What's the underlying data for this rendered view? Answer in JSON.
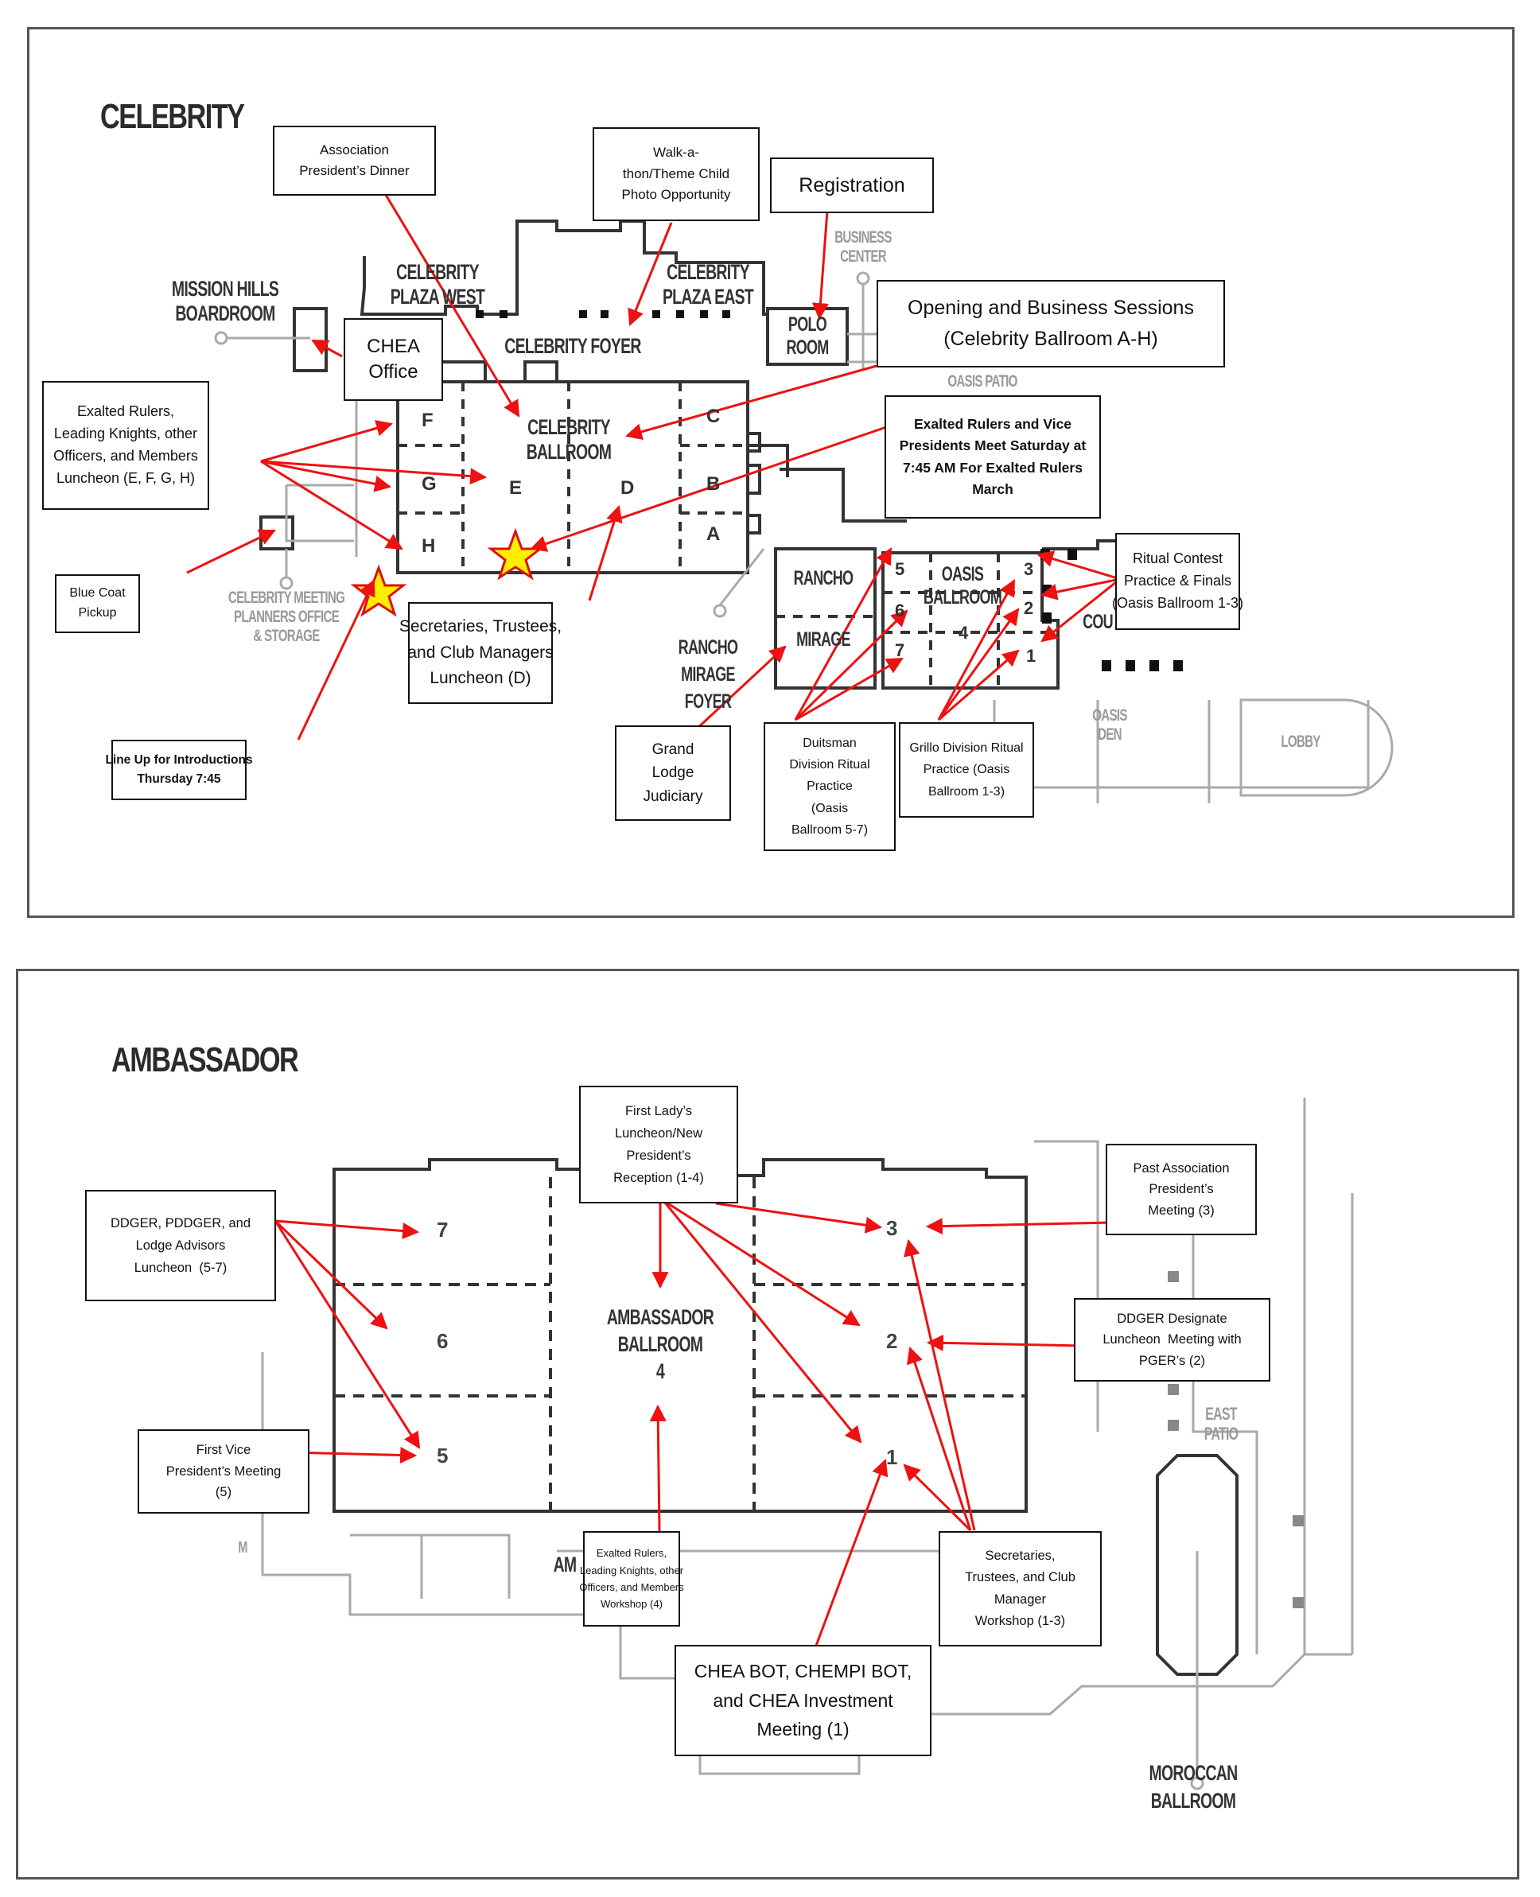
{
  "colors": {
    "arrow": "#ee1111",
    "star_fill": "#ffee00",
    "star_stroke": "#dd1111",
    "wall": "#333333",
    "faint_wall": "#aaaaaa"
  },
  "celebrity": {
    "title": "CELEBRITY",
    "rooms": {
      "mission_hills": "MISSION HILLS\nBOARDROOM",
      "plaza_west": "CELEBRITY\nPLAZA WEST",
      "plaza_east": "CELEBRITY\nPLAZA EAST",
      "foyer": "CELEBRITY FOYER",
      "polo": "POLO\nROOM",
      "business_center": "BUSINESS\nCENTER",
      "oasis_patio": "OASIS PATIO",
      "ballroom": "CELEBRITY\nBALLROOM",
      "meeting_planners": "CELEBRITY MEETING\nPLANNERS OFFICE\n& STORAGE",
      "rancho_mirage_foyer": "RANCHO\nMIRAGE\nFOYER",
      "rancho": "RANCHO",
      "mirage": "MIRAGE",
      "oasis_ballroom": "OASIS\nBALLROOM",
      "courtyard": "COU",
      "oasis_den": "OASIS\nDEN",
      "lobby": "LOBBY",
      "sections": [
        "A",
        "B",
        "C",
        "D",
        "E",
        "F",
        "G",
        "H"
      ],
      "oasis_sections": [
        "1",
        "2",
        "3",
        "4",
        "5",
        "6",
        "7"
      ]
    },
    "callouts": {
      "association_dinner": "Association\nPresident’s Dinner",
      "walkathon": "Walk-a-\nthon/Theme Child\nPhoto Opportunity",
      "registration": "Registration",
      "opening_sessions": "Opening and Business Sessions\n(Celebrity Ballroom A-H)",
      "chea_office": "CHEA\nOffice",
      "exalted_luncheon": "Exalted Rulers,\nLeading Knights, other\nOfficers, and Members\nLuncheon (E, F, G, H)",
      "exalted_meet_saturday": "Exalted Rulers and Vice\nPresidents Meet Saturday at\n7:45 AM For Exalted Rulers\nMarch",
      "ritual_contest": "Ritual Contest\nPractice & Finals\n(Oasis Ballroom 1-3)",
      "blue_coat": "Blue Coat\nPickup",
      "secretaries_luncheon": "Secretaries, Trustees,\nand Club Managers\nLuncheon (D)",
      "line_up": "Line Up for Introductions\nThursday 7:45",
      "grand_lodge": "Grand\nLodge\nJudiciary",
      "duitsman": "Duitsman\nDivision Ritual\nPractice\n(Oasis\nBallroom 5-7)",
      "grillo": "Grillo Division Ritual\nPractice (Oasis\nBallroom 1-3)"
    }
  },
  "ambassador": {
    "title": "AMBASSADOR",
    "rooms": {
      "ballroom": "AMBASSADOR\nBALLROOM\n4",
      "sections": [
        "1",
        "2",
        "3",
        "5",
        "6",
        "7"
      ],
      "east_patio": "EAST\nPATIO",
      "moroccan": "MOROCCAN\nBALLROOM",
      "am_partial": "AM",
      "m_label": "M"
    },
    "callouts": {
      "first_lady": "First Lady’s\nLuncheon/New\nPresident’s\nReception (1-4)",
      "ddger_luncheon": "DDGER, PDDGER, and\nLodge Advisors\nLuncheon  (5-7)",
      "past_association": "Past Association\nPresident’s\nMeeting (3)",
      "ddger_designate": "DDGER Designate\nLuncheon  Meeting with\nPGER’s (2)",
      "first_vice": "First Vice\nPresident’s Meeting\n(5)",
      "exalted_workshop": "Exalted Rulers,\nLeading Knights, other\nOfficers, and Members\nWorkshop (4)",
      "secretaries_workshop": "Secretaries,\nTrustees, and Club\nManager\nWorkshop (1-3)",
      "chea_bot": "CHEA BOT, CHEMPI BOT,\nand CHEA Investment\nMeeting (1)"
    }
  }
}
